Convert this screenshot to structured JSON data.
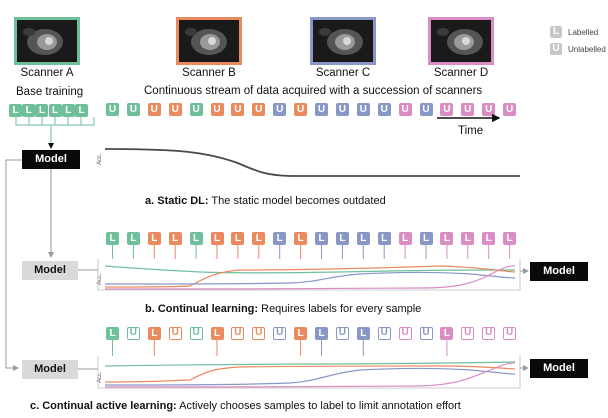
{
  "colors": {
    "scanner_a": "#6fbf9b",
    "scanner_b": "#ea8a5f",
    "scanner_c": "#8897c6",
    "scanner_d": "#d98dc2",
    "unlabelled_legend": "#c8c8c8",
    "model_dark": "#0a0a0a",
    "model_light": "#d9d9d9",
    "text": "#111111"
  },
  "legend": {
    "labelled_glyph": "L",
    "labelled_text": "Labelled",
    "unlabelled_glyph": "U",
    "unlabelled_text": "Unlabelled"
  },
  "scanners": [
    {
      "label": "Scanner A",
      "color_key": "scanner_a"
    },
    {
      "label": "Scanner B",
      "color_key": "scanner_b"
    },
    {
      "label": "Scanner C",
      "color_key": "scanner_c"
    },
    {
      "label": "Scanner D",
      "color_key": "scanner_d"
    }
  ],
  "header": {
    "base_training": "Base training",
    "stream_label": "Continuous stream of data acquired with a succession of scanners",
    "time_label": "Time"
  },
  "base_tiles": [
    "L",
    "L",
    "L",
    "L",
    "L",
    "L"
  ],
  "stream_colors": [
    "A",
    "A",
    "B",
    "B",
    "A",
    "B",
    "B",
    "B",
    "C",
    "B",
    "C",
    "C",
    "C",
    "C",
    "D",
    "C",
    "D",
    "D",
    "D",
    "D"
  ],
  "stream_letters": [
    "U",
    "U",
    "U",
    "U",
    "U",
    "U",
    "U",
    "U",
    "U",
    "U",
    "U",
    "U",
    "U",
    "U",
    "U",
    "U",
    "U",
    "U",
    "U",
    "U"
  ],
  "panel_b_letters": [
    "L",
    "L",
    "L",
    "L",
    "L",
    "L",
    "L",
    "L",
    "L",
    "L",
    "L",
    "L",
    "L",
    "L",
    "L",
    "L",
    "L",
    "L",
    "L",
    "L"
  ],
  "panel_c_letters": [
    "L",
    "U",
    "L",
    "U",
    "U",
    "L",
    "U",
    "U",
    "U",
    "L",
    "L",
    "U",
    "L",
    "U",
    "U",
    "U",
    "L",
    "U",
    "U",
    "U"
  ],
  "model_label": "Model",
  "acc_label": "Acc.",
  "panels": {
    "a": {
      "caption_bold": "a. Static DL:",
      "caption_rest": " The static model becomes outdated"
    },
    "b": {
      "caption_bold": "b. Continual learning:",
      "caption_rest": " Requires labels for every sample"
    },
    "c": {
      "caption_bold": "c. Continual active learning:",
      "caption_rest": " Actively chooses samples to label to limit annotation effort"
    }
  }
}
